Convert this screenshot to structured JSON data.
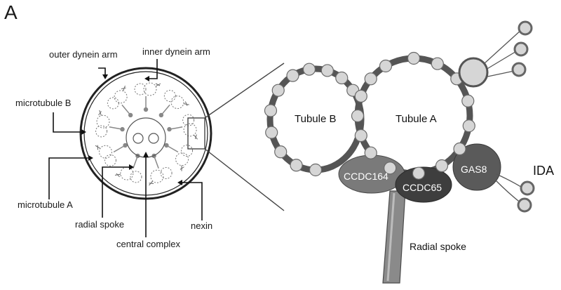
{
  "panel_letter": "A",
  "cross_section": {
    "labels": {
      "outer_dynein_arm": "outer dynein arm",
      "inner_dynein_arm": "inner dynein arm",
      "microtubule_b": "microtubule B",
      "microtubule_a": "microtubule A",
      "radial_spoke": "radial spoke",
      "central_complex": "central complex",
      "nexin": "nexin"
    }
  },
  "doublet": {
    "tubule_b": "Tubule B",
    "tubule_a": "Tubule A",
    "proteins": {
      "ccdc164": "CCDC164",
      "ccdc65": "CCDC65",
      "gas8": "GAS8"
    },
    "ida": "IDA",
    "radial_spoke": "Radial spoke"
  },
  "colors": {
    "tubule_ring": "#555555",
    "bead": "#d6d6d6",
    "protein_light": "#7a7a7a",
    "protein_dark": "#3e3e3e",
    "protein_mid": "#5a5a5a",
    "spoke": "#8a8a8a"
  }
}
